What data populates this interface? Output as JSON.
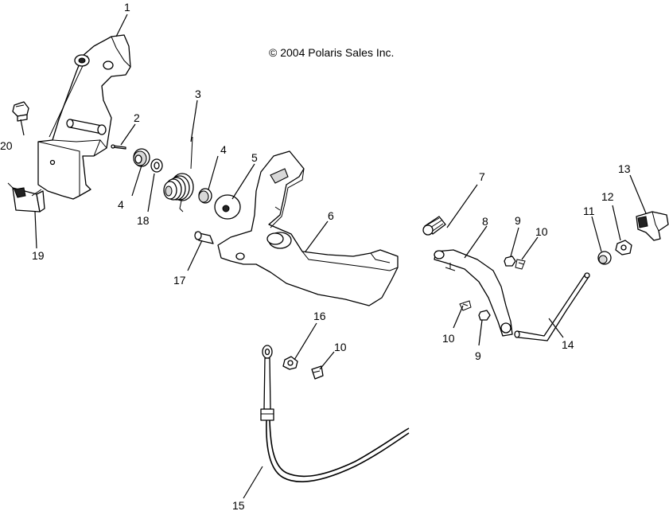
{
  "copyright": "© 2004 Polaris Sales Inc.",
  "callouts": {
    "c1": "1",
    "c2": "2",
    "c3": "3",
    "c4a": "4",
    "c4b": "4",
    "c5": "5",
    "c6": "6",
    "c7": "7",
    "c8": "8",
    "c9a": "9",
    "c9b": "9",
    "c10a": "10",
    "c10b": "10",
    "c10c": "10",
    "c11": "11",
    "c12": "12",
    "c13": "13",
    "c14": "14",
    "c15": "15",
    "c16": "16",
    "c17": "17",
    "c18": "18",
    "c19": "19",
    "c20": "20"
  }
}
